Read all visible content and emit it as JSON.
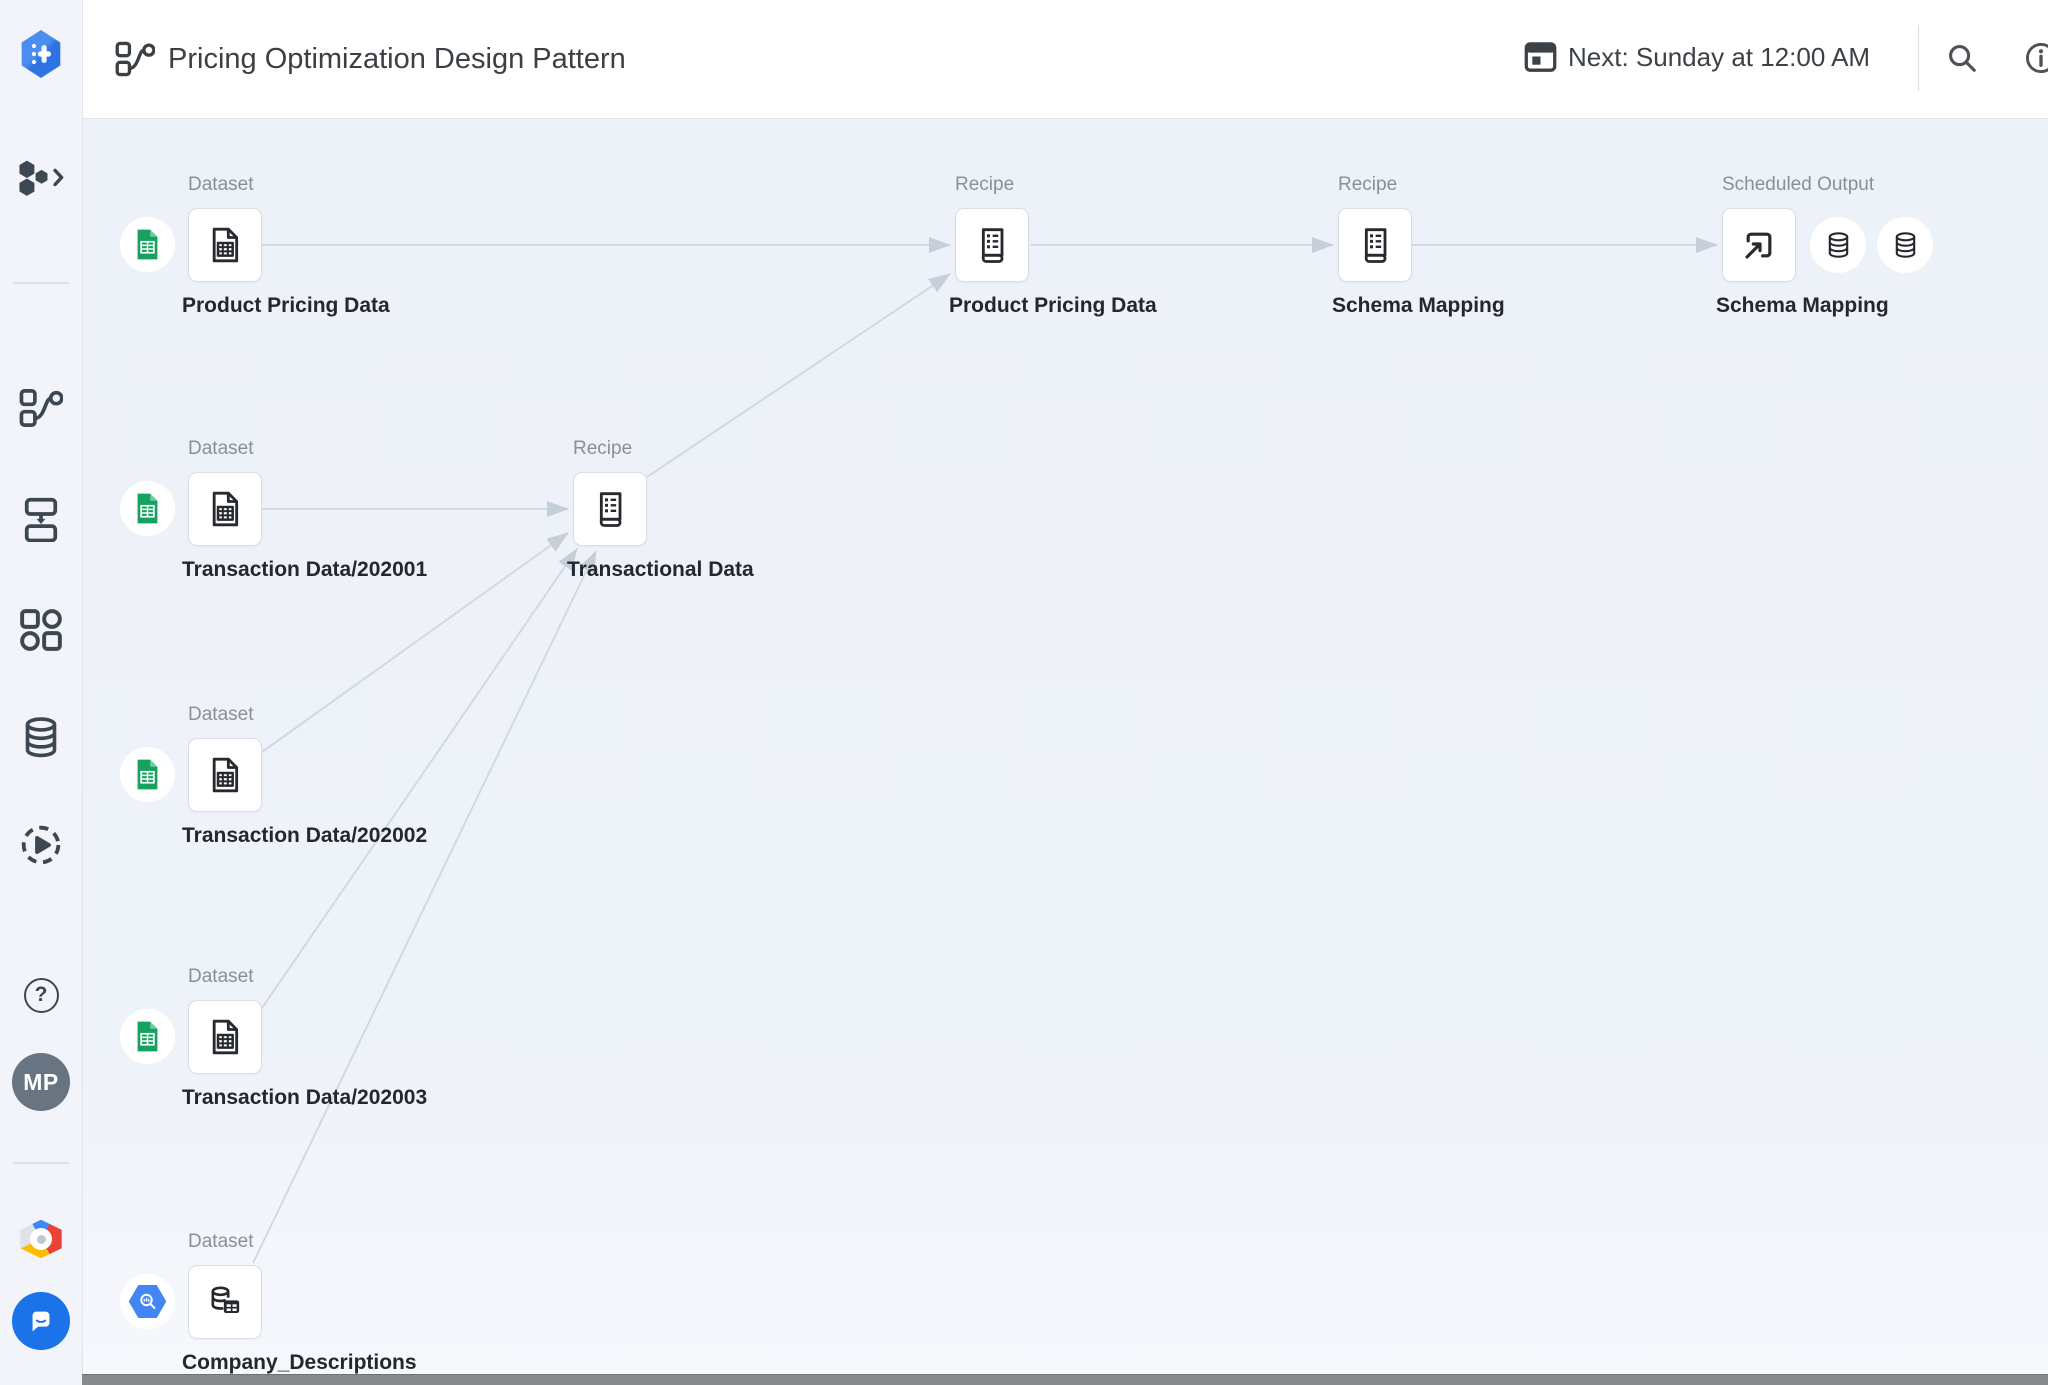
{
  "header": {
    "title": "Pricing Optimization Design Pattern",
    "schedule_label": "Next: Sunday at 12:00 AM",
    "icons": [
      "flow-icon",
      "calendar-icon",
      "search-icon",
      "info-icon"
    ]
  },
  "sidebar": {
    "avatar_initials": "MP",
    "icons": [
      "dataprep-logo",
      "hexagon-cluster-expand-icon",
      "flow-icon",
      "plan-icon",
      "library-grid-icon",
      "database-icon",
      "job-history-icon",
      "help-icon",
      "google-cloud-logo",
      "chat-support-icon"
    ]
  },
  "canvas": {
    "nodes": {
      "ds_ppd": {
        "type_label": "Dataset",
        "name": "Product Pricing Data",
        "badge": "google-sheets"
      },
      "rc_ppd": {
        "type_label": "Recipe",
        "name": "Product Pricing Data"
      },
      "rc_sm": {
        "type_label": "Recipe",
        "name": "Schema Mapping"
      },
      "out_sm": {
        "type_label": "Scheduled Output",
        "name": "Schema Mapping",
        "output_targets": 2
      },
      "ds_t1": {
        "type_label": "Dataset",
        "name": "Transaction Data/202001",
        "badge": "google-sheets"
      },
      "rc_td": {
        "type_label": "Recipe",
        "name": "Transactional Data"
      },
      "ds_t2": {
        "type_label": "Dataset",
        "name": "Transaction Data/202002",
        "badge": "google-sheets"
      },
      "ds_t3": {
        "type_label": "Dataset",
        "name": "Transaction Data/202003",
        "badge": "google-sheets"
      },
      "ds_cd": {
        "type_label": "Dataset",
        "name": "Company_Descriptions",
        "badge": "bigquery"
      }
    },
    "colors": {
      "accent_blue": "#1a73e8",
      "sheets_green": "#17a05e",
      "bigquery_blue": "#4285f4",
      "edge_gray": "#d2d9e2",
      "canvas_bg": "#edf1f8"
    }
  }
}
